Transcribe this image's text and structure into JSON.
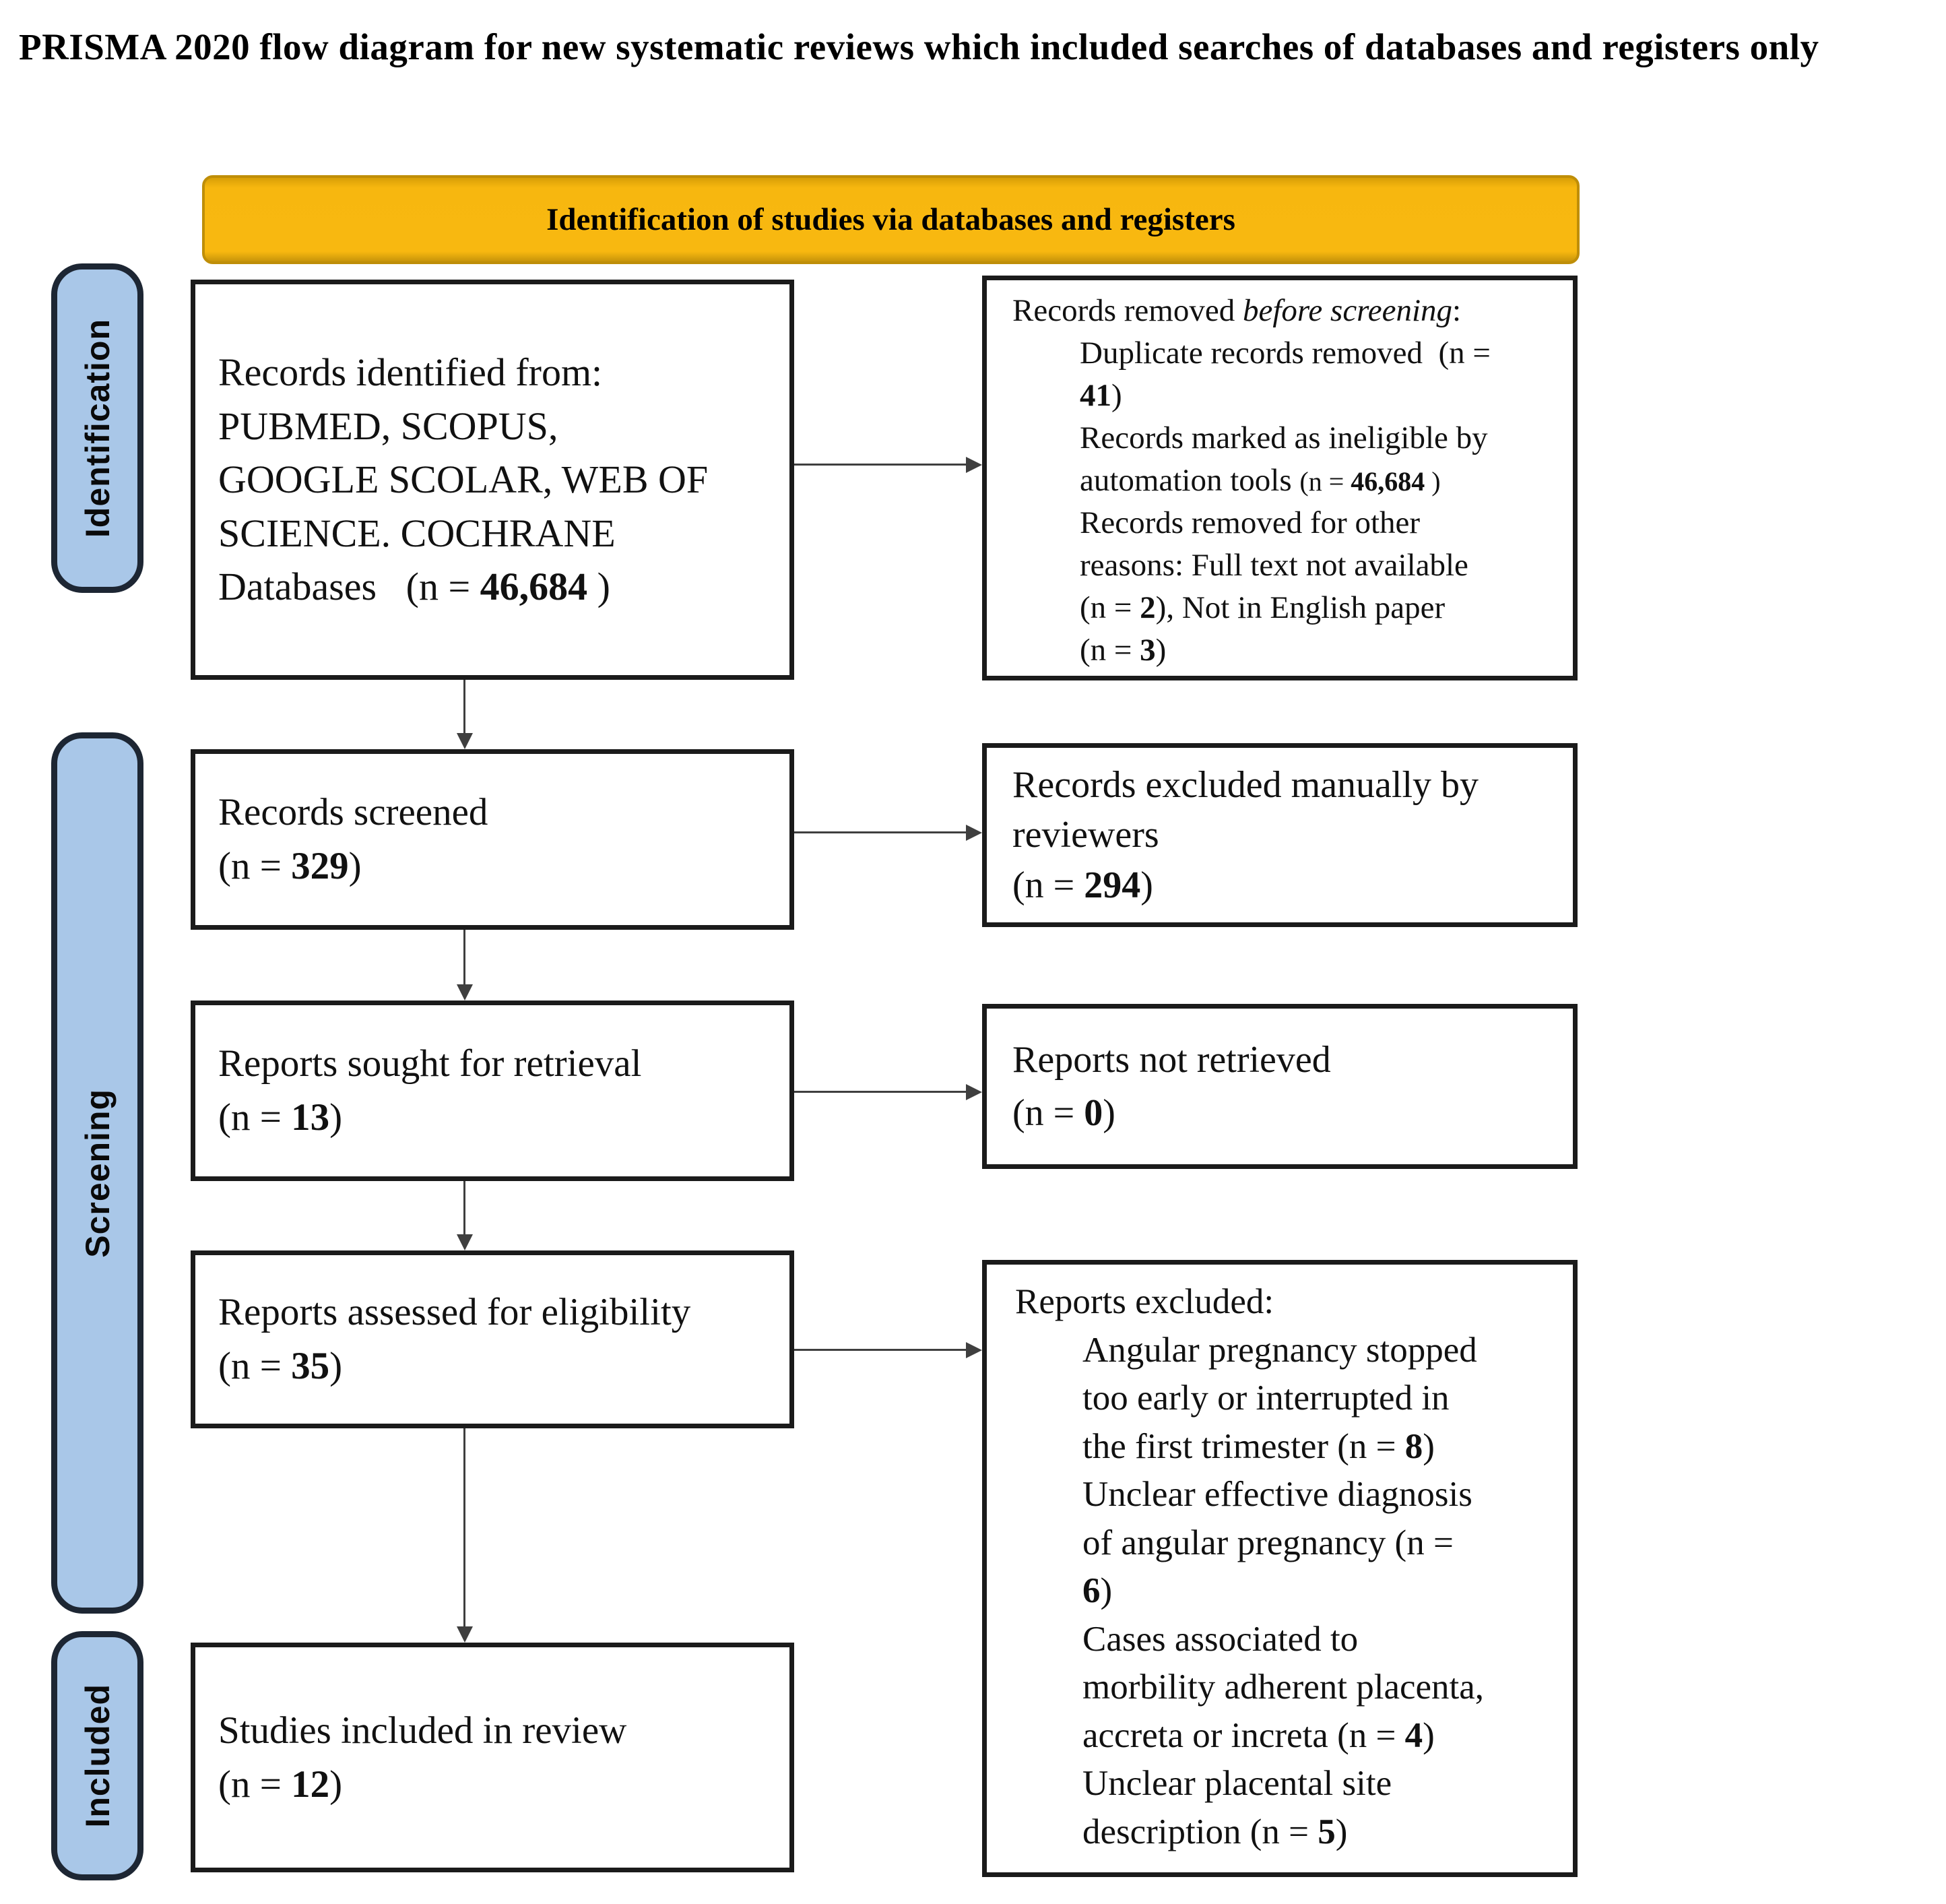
{
  "title": "PRISMA 2020 flow diagram for new systematic reviews which included searches of databases and registers only",
  "banner": {
    "label": "Identification of studies via databases and registers"
  },
  "stages": {
    "identification": "Identification",
    "screening": "Screening",
    "included": "Included"
  },
  "boxes": {
    "identified": {
      "l1": "Records identified from:",
      "l2": "PUBMED, SCOPUS,",
      "l3": "GOOGLE SCOLAR, WEB OF",
      "l4": "SCIENCE. COCHRANE",
      "l5a": "Databases",
      "l5b": "   (n = ",
      "l5c": "46,684",
      "l5d": " )"
    },
    "removed": {
      "l1a": "Records removed ",
      "l1b": "before screening",
      "l1c": ":",
      "l2": "Duplicate records removed  (n =",
      "l3a": "41",
      "l3b": ")",
      "l4": "Records marked as ineligible by",
      "l5a": "automation tools ",
      "l5b": "(n = ",
      "l5c": "46,684",
      "l5d": " )",
      "l6": "Records removed for other",
      "l7": "reasons: Full text not available",
      "l8a": "(n = ",
      "l8b": "2",
      "l8c": "), Not in English paper",
      "l9a": "(n = ",
      "l9b": "3",
      "l9c": ")"
    },
    "screened": {
      "l1": "Records screened",
      "l2a": "(n = ",
      "l2b": "329",
      "l2c": ")"
    },
    "excluded_manual": {
      "l1": "Records excluded manually by",
      "l2": "reviewers",
      "l3a": "(n = ",
      "l3b": "294",
      "l3c": ")"
    },
    "sought": {
      "l1": "Reports sought for retrieval",
      "l2a": "(n = ",
      "l2b": "13",
      "l2c": ")"
    },
    "not_retrieved": {
      "l1": "Reports not retrieved",
      "l2a": "(n = ",
      "l2b": "0",
      "l2c": ")"
    },
    "assessed": {
      "l1": "Reports assessed for eligibility",
      "l2a": "(n = ",
      "l2b": "35",
      "l2c": ")"
    },
    "reports_excluded": {
      "l1": "Reports excluded:",
      "l2": "Angular pregnancy stopped",
      "l3": "too early or interrupted in",
      "l4a": "the first trimester (n = ",
      "l4b": "8",
      "l4c": ")",
      "l5": "Unclear effective diagnosis",
      "l6": "of angular pregnancy (n =",
      "l7a": "6",
      "l7b": ")",
      "l8": "Cases associated to",
      "l9": "morbility adherent placenta,",
      "l10a": "accreta or increta (n = ",
      "l10b": "4",
      "l10c": ")",
      "l11": "Unclear placental site",
      "l12a": "description (n = ",
      "l12b": "5",
      "l12c": ")"
    },
    "included_studies": {
      "l1": "Studies included in review",
      "l2a": "(n = ",
      "l2b": "12",
      "l2c": ")"
    }
  },
  "colors": {
    "banner_bg": "#f7b70f",
    "banner_border": "#bf8e08",
    "stage_bg": "#a9c7e8",
    "stage_border": "#1d2633",
    "box_border": "#1b1b1b",
    "arrow": "#3f3f3f"
  }
}
